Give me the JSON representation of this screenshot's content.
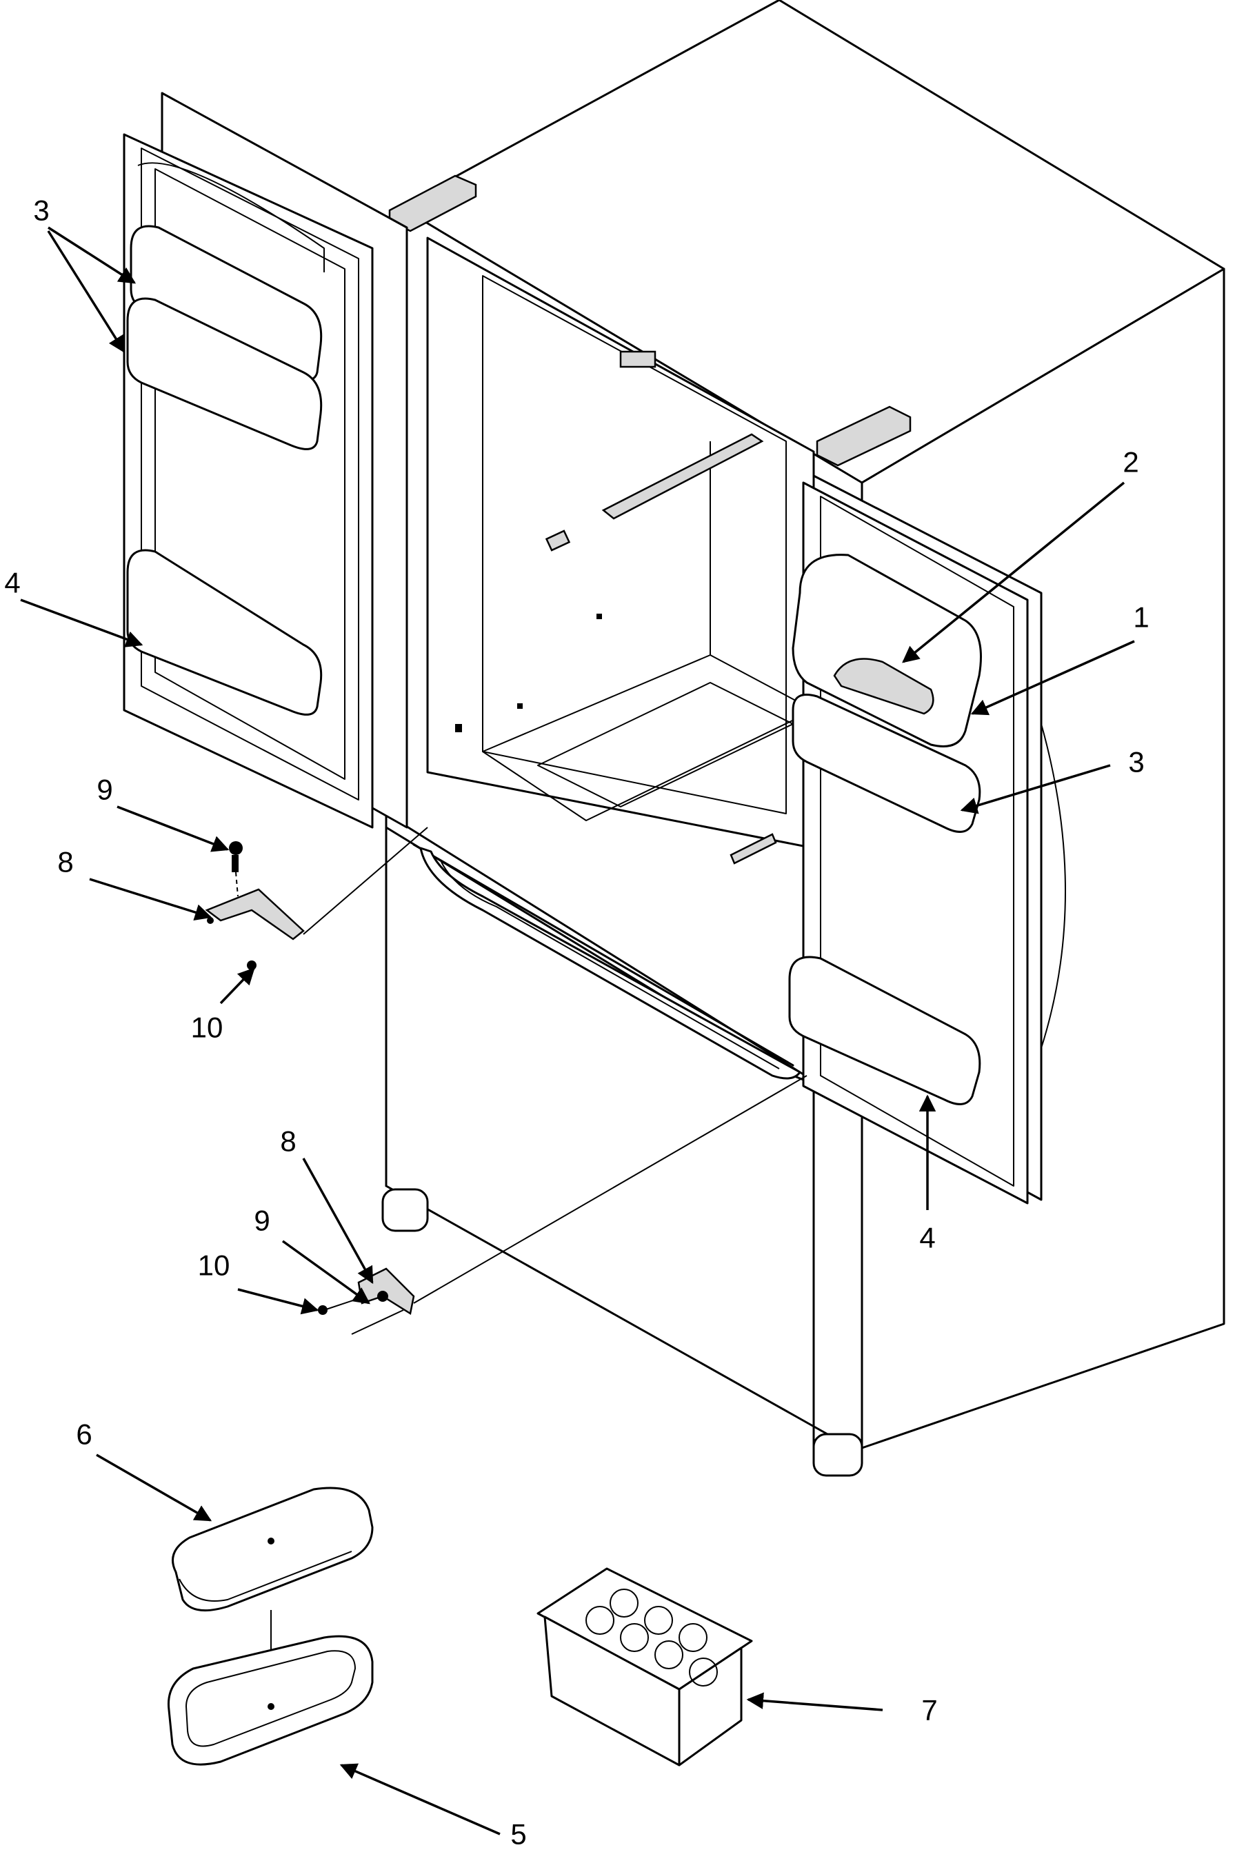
{
  "diagram": {
    "kind": "exploded-parts-view",
    "subject": "french-door-refrigerator",
    "callouts": [
      {
        "id": "c1",
        "text": "1"
      },
      {
        "id": "c2",
        "text": "2"
      },
      {
        "id": "c3a",
        "text": "3"
      },
      {
        "id": "c3b",
        "text": "3"
      },
      {
        "id": "c4a",
        "text": "4"
      },
      {
        "id": "c4b",
        "text": "4"
      },
      {
        "id": "c5",
        "text": "5"
      },
      {
        "id": "c6",
        "text": "6"
      },
      {
        "id": "c7",
        "text": "7"
      },
      {
        "id": "c8a",
        "text": "8"
      },
      {
        "id": "c8b",
        "text": "8"
      },
      {
        "id": "c9a",
        "text": "9"
      },
      {
        "id": "c9b",
        "text": "9"
      },
      {
        "id": "c10a",
        "text": "10"
      },
      {
        "id": "c10b",
        "text": "10"
      }
    ]
  }
}
